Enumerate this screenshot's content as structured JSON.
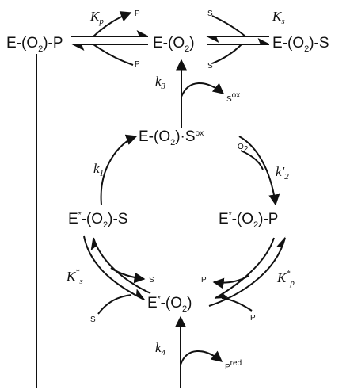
{
  "species": {
    "e_o2_p": {
      "main": "E-(O",
      "sub": "2",
      "tail": ")-P"
    },
    "e_o2": {
      "main": "E-(O",
      "sub": "2",
      "tail": ")"
    },
    "e_o2_s": {
      "main": "E-(O",
      "sub": "2",
      "tail": ")-S"
    },
    "e_o2_sox": {
      "main": "E-(O",
      "sub": "2",
      "tail": ")·S",
      "sup": "ox"
    },
    "estar_o2_s": {
      "main": "E",
      "sup": "*",
      "mid": "-(O",
      "sub": "2",
      "tail": ")-S"
    },
    "estar_o2_p": {
      "main": "E",
      "sup": "*",
      "mid": "-(O",
      "sub": "2",
      "tail": ")-P"
    },
    "estar_o2": {
      "main": "E",
      "sup": "*",
      "mid": "-(O",
      "sub": "2",
      "tail": ")"
    }
  },
  "constants": {
    "kp": {
      "main": "K",
      "sub": "p"
    },
    "ks": {
      "main": "K",
      "sub": "s"
    },
    "k3": {
      "main": "k",
      "sub": "3"
    },
    "k1": {
      "main": "k",
      "sub": "1"
    },
    "k2prime": {
      "main": "k'",
      "sub": "2"
    },
    "ks_star": {
      "main": "K",
      "sup": "*",
      "sub": "s"
    },
    "kp_star": {
      "main": "K",
      "sup": "*",
      "sub": "p"
    },
    "k4": {
      "main": "k",
      "sub": "4"
    }
  },
  "small_labels": {
    "p_top": "P",
    "p_bottom": "P",
    "s_top": "S",
    "s_bottom": "S",
    "sox": {
      "main": "S",
      "sup": "ox"
    },
    "o2": {
      "main": "O",
      "sub": "2"
    },
    "s_lower_out": "S",
    "s_lower_in": "S",
    "p_lower_out": "P",
    "p_lower_in": "P",
    "pred": {
      "main": "P",
      "sup": "red"
    }
  }
}
